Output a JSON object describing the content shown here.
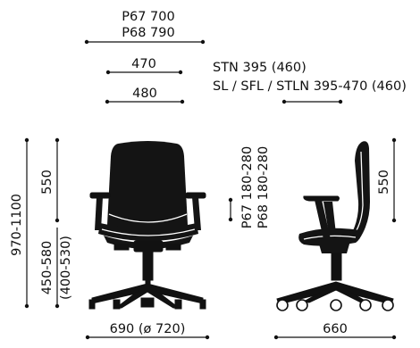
{
  "dimensions": {
    "seat_width_p67": "P67 700",
    "seat_width_p68": "P68 790",
    "seat_width": "470",
    "back_width": "480",
    "depth_stn": "STN 395 (460)",
    "depth_sl": "SL / SFL / STLN 395-470 (460)",
    "total_height": "970-1100",
    "back_height_front": "550",
    "seat_height": "450-580",
    "seat_height_alt": "(400-530)",
    "armrest_p67": "P67 180-280",
    "armrest_p68": "P68 180-280",
    "back_height_side": "550",
    "base_diameter": "690 (ø 720)",
    "chair_depth": "660"
  }
}
